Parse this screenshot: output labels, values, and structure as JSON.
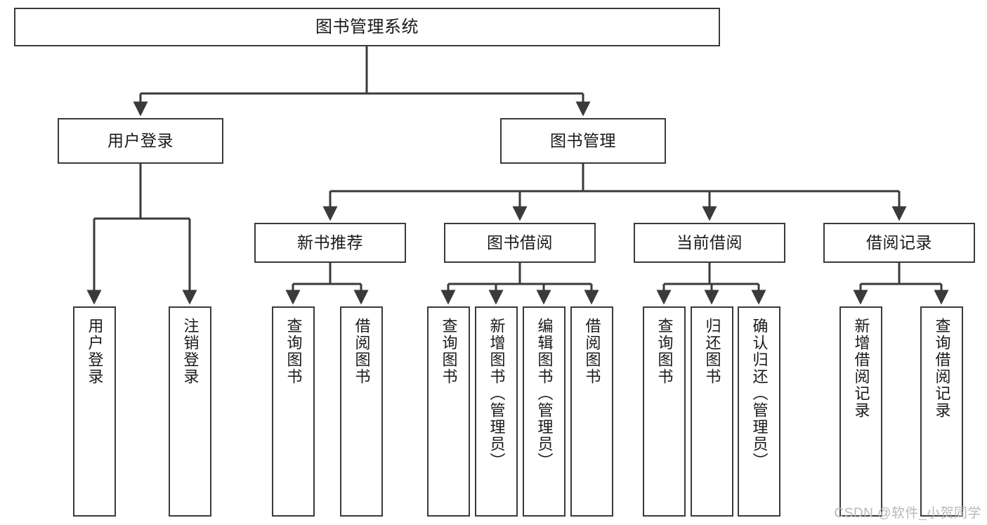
{
  "diagram": {
    "title": "图书管理系统",
    "type": "function-structure-tree",
    "style": {
      "box_border_color": "#3a3a3a",
      "box_fill_color": "#ffffff",
      "connector_color": "#3a3a3a",
      "text_color": "#1a1a1a",
      "background": "#ffffff"
    }
  },
  "nodes": {
    "root": {
      "label": "图书管理系统"
    },
    "level2": [
      {
        "id": "user-login",
        "label": "用户登录"
      },
      {
        "id": "book-manage",
        "label": "图书管理"
      }
    ],
    "level3": [
      {
        "id": "new-book-recommend",
        "label": "新书推荐"
      },
      {
        "id": "book-borrow",
        "label": "图书借阅"
      },
      {
        "id": "current-borrow",
        "label": "当前借阅"
      },
      {
        "id": "borrow-record",
        "label": "借阅记录"
      }
    ],
    "leaves": {
      "user-login": [
        {
          "id": "leaf-user-login",
          "label": "用户登录"
        },
        {
          "id": "leaf-logout",
          "label": "注销登录"
        }
      ],
      "new-book-recommend": [
        {
          "id": "leaf-query-book-1",
          "label": "查询图书"
        },
        {
          "id": "leaf-borrow-book-1",
          "label": "借阅图书"
        }
      ],
      "book-borrow": [
        {
          "id": "leaf-query-book-2",
          "label": "查询图书"
        },
        {
          "id": "leaf-add-book",
          "label": "新增图书（管理员）"
        },
        {
          "id": "leaf-edit-book",
          "label": "编辑图书（管理员）"
        },
        {
          "id": "leaf-borrow-book-2",
          "label": "借阅图书"
        }
      ],
      "current-borrow": [
        {
          "id": "leaf-query-book-3",
          "label": "查询图书"
        },
        {
          "id": "leaf-return-book",
          "label": "归还图书"
        },
        {
          "id": "leaf-confirm-return",
          "label": "确认归还（管理员）"
        }
      ],
      "borrow-record": [
        {
          "id": "leaf-add-record",
          "label": "新增借阅记录"
        },
        {
          "id": "leaf-query-record",
          "label": "查询借阅记录"
        }
      ]
    }
  },
  "watermark": {
    "text": "CSDN @软件_小贺同学"
  }
}
